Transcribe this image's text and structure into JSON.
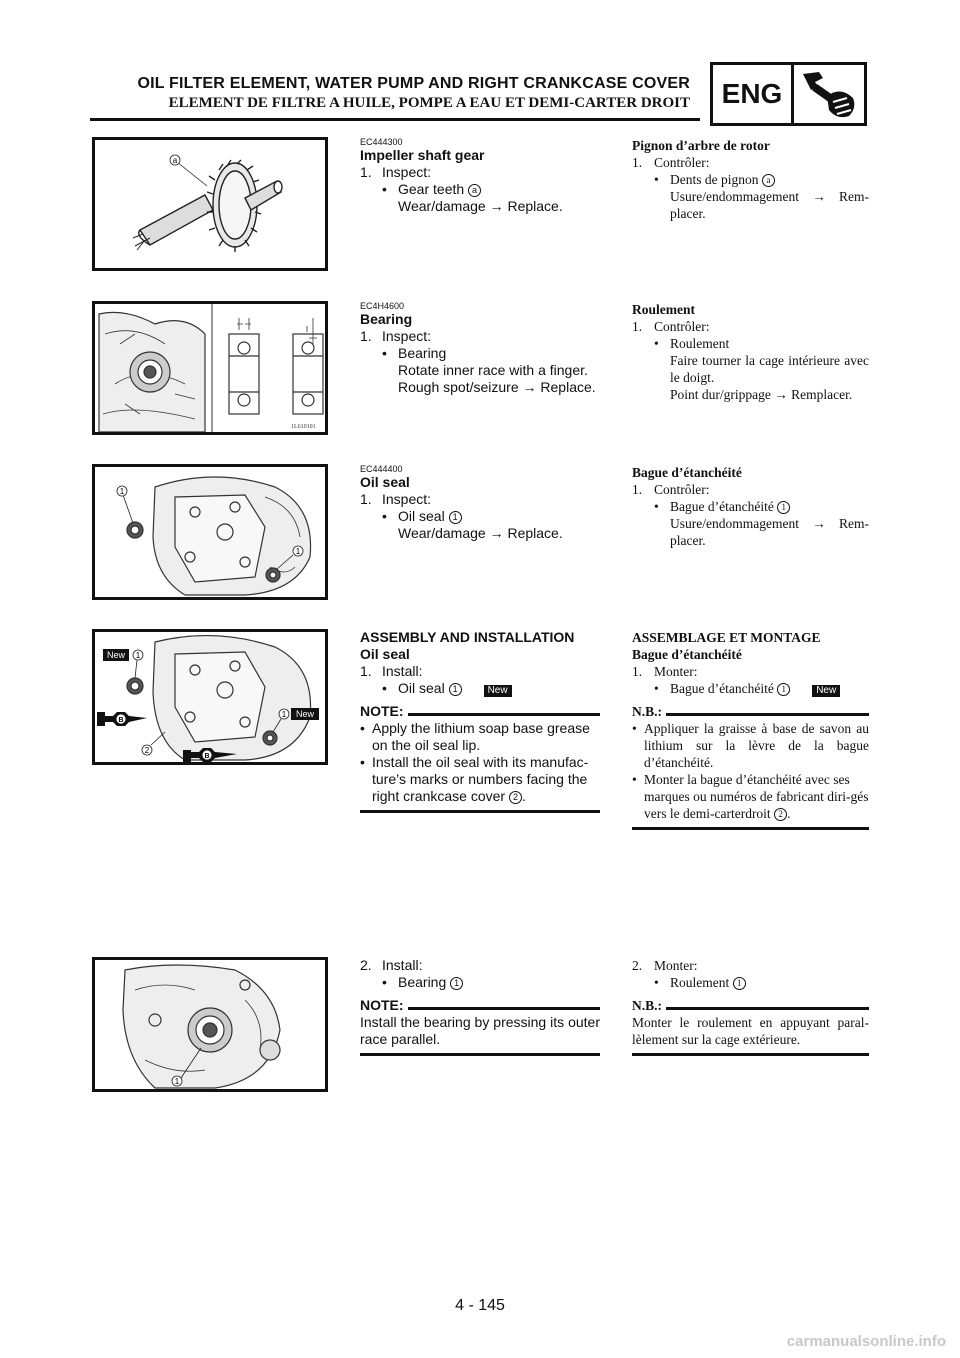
{
  "header": {
    "title_en": "OIL FILTER ELEMENT, WATER PUMP AND RIGHT CRANKCASE COVER",
    "title_fr": "ELEMENT DE FILTRE A HUILE, POMPE A EAU ET DEMI-CARTER DROIT",
    "lang_badge": "ENG",
    "lang_icon": "wrench-hand-icon"
  },
  "sections": {
    "impeller": {
      "code": "EC444300",
      "title": "Impeller shaft gear",
      "step1": "1.",
      "step1_label": "Inspect:",
      "item": "Gear teeth",
      "item_mark": "a",
      "result": "Wear/damage → Replace.",
      "fr_title": "Pignon d’arbre de rotor",
      "fr_step1": "1.",
      "fr_step1_label": "Contrôler:",
      "fr_item": "Dents de pignon",
      "fr_result": "Usure/endommagement → Rem-placer.",
      "fig_label": "a"
    },
    "bearing": {
      "code": "EC4H4600",
      "title": "Bearing",
      "step1": "1.",
      "step1_label": "Inspect:",
      "item": "Bearing",
      "text1": "Rotate inner race with a finger.",
      "text2": "Rough spot/seizure → Replace.",
      "fr_title": "Roulement",
      "fr_step1": "1.",
      "fr_step1_label": "Contrôler:",
      "fr_item": "Roulement",
      "fr_text1": "Faire tourner la cage intérieure avec le doigt.",
      "fr_text2": "Point dur/grippage → Remplacer.",
      "fig_code": "1L610101"
    },
    "oilseal": {
      "code": "EC444400",
      "title": "Oil seal",
      "step1": "1.",
      "step1_label": "Inspect:",
      "item": "Oil seal",
      "item_mark": "1",
      "result": "Wear/damage → Replace.",
      "fr_title": "Bague d’étanchéité",
      "fr_step1": "1.",
      "fr_step1_label": "Contrôler:",
      "fr_item": "Bague d’étanchéité",
      "fr_result": "Usure/endommagement → Rem-placer.",
      "fig_labels": [
        "1",
        "1"
      ]
    },
    "assembly": {
      "heading": "ASSEMBLY AND INSTALLATION",
      "subtitle": "Oil seal",
      "step1": "1.",
      "step1_label": "Install:",
      "item": "Oil seal",
      "item_mark": "1",
      "new_tag": "New",
      "note_label": "NOTE:",
      "notes": [
        "Apply the lithium soap base grease on the oil seal lip.",
        "Install the oil seal with its manufac-ture’s marks or numbers facing the right crankcase cover"
      ],
      "note2_mark": "2",
      "fr_heading": "ASSEMBLAGE ET MONTAGE",
      "fr_subtitle": "Bague d’étanchéité",
      "fr_step1": "1.",
      "fr_step1_label": "Monter:",
      "fr_item": "Bague d’étanchéité",
      "fr_note_label": "N.B.:",
      "fr_notes": [
        "Appliquer la graisse à base de savon au lithium sur la lèvre de la bague d’étanchéité.",
        "Monter la bague d’étanchéité avec ses marques ou numéros de fabricant diri-gés vers le demi-carterdroit"
      ],
      "fig_labels": [
        "1",
        "1",
        "2"
      ],
      "fig_new": "New",
      "fig_grease": "B"
    },
    "install_bearing": {
      "step2": "2.",
      "step2_label": "Install:",
      "item": "Bearing",
      "item_mark": "1",
      "note_label": "NOTE:",
      "note": "Install the bearing by pressing its outer race parallel.",
      "fr_step2": "2.",
      "fr_step2_label": "Monter:",
      "fr_item": "Roulement",
      "fr_note_label": "N.B.:",
      "fr_note": "Monter le roulement en appuyant paral-lèlement sur la cage extérieure.",
      "fig_label": "1"
    }
  },
  "page_number": "4 - 145",
  "footer": "carmanualsonline.info"
}
